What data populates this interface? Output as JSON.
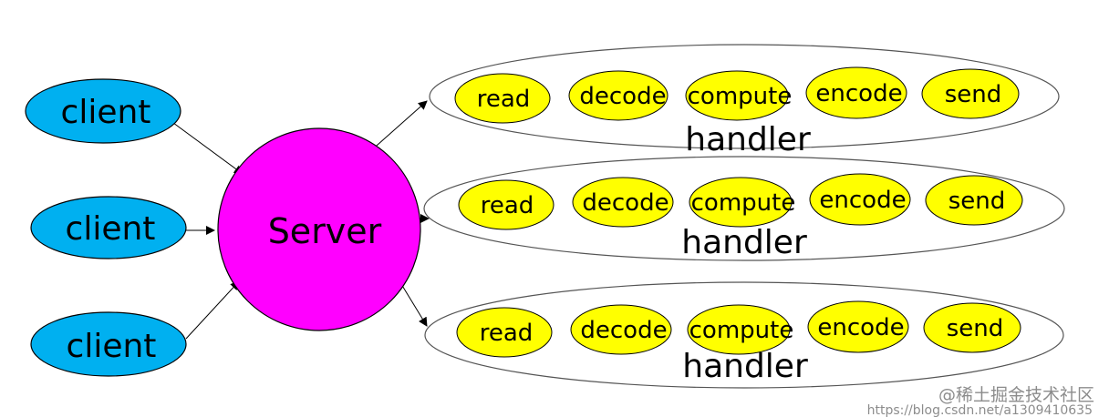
{
  "server": {
    "label": "Server"
  },
  "clients": [
    {
      "label": "client"
    },
    {
      "label": "client"
    },
    {
      "label": "client"
    }
  ],
  "handlers": [
    {
      "label": "handler",
      "steps": [
        "read",
        "decode",
        "compute",
        "encode",
        "send"
      ]
    },
    {
      "label": "handler",
      "steps": [
        "read",
        "decode",
        "compute",
        "encode",
        "send"
      ]
    },
    {
      "label": "handler",
      "steps": [
        "read",
        "decode",
        "compute",
        "encode",
        "send"
      ]
    }
  ],
  "watermark": {
    "line1": "@稀土掘金技术社区",
    "line2": "https://blog.csdn.net/a1309410635"
  },
  "colors": {
    "client_fill": "#00b0f0",
    "server_fill": "#ff00ff",
    "step_fill": "#ffff00",
    "outline": "#000000",
    "handler_outline": "#555555"
  }
}
